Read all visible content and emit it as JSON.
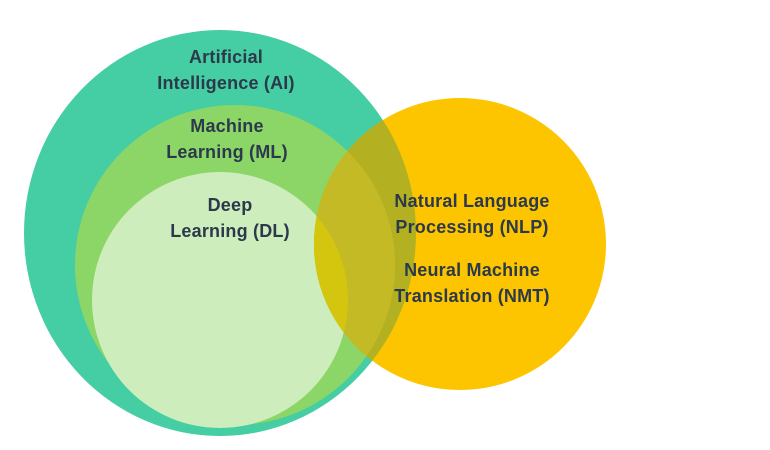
{
  "diagram": {
    "type": "venn",
    "background": "#FFFFFF",
    "text_color": "#2C394B",
    "sets": {
      "ai": {
        "line1": "Artificial",
        "line2": "Intelligence (AI)",
        "color": "#45CDA3"
      },
      "ml": {
        "line1": "Machine",
        "line2": "Learning (ML)",
        "color": "#8CD667"
      },
      "dl": {
        "line1": "Deep",
        "line2": "Learning (DL)",
        "color": "#CEEDBD"
      },
      "nlp": {
        "line1": "Natural Language",
        "line2": "Processing (NLP)",
        "color": "#FCC500"
      },
      "nmt": {
        "line1": "Neural Machine",
        "line2": "Translation (NMT)"
      }
    },
    "overlaps": {
      "ai_nlp": "#B3B121",
      "ml_nlp": "#C4BA25",
      "dl_nlp": "#D4C60F"
    }
  }
}
